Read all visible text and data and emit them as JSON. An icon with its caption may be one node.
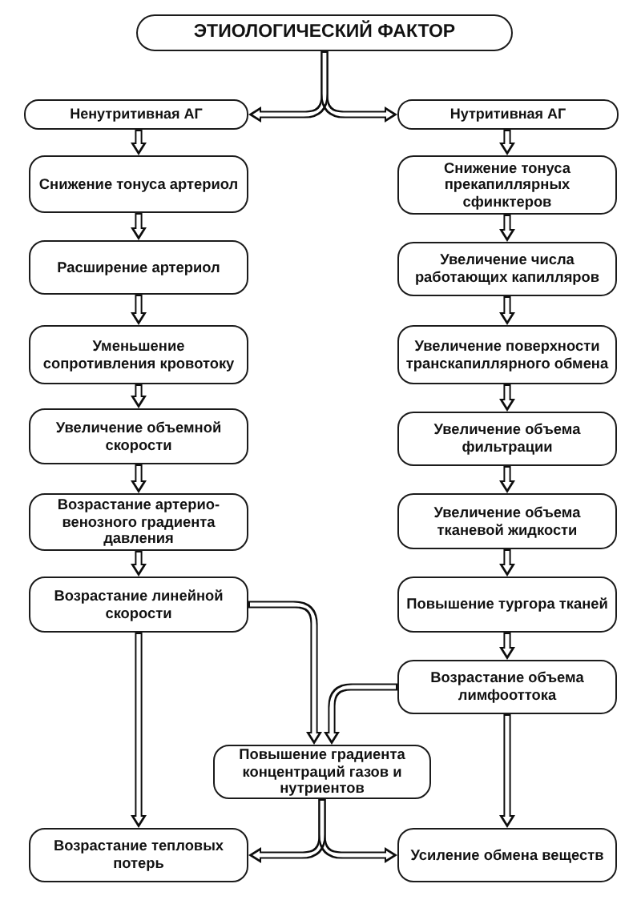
{
  "diagram": {
    "nodes": [
      {
        "text": [
          "ЭТИОЛОГИЧЕСКИЙ ФАКТОР"
        ]
      },
      {
        "text": [
          "Ненутритивная АГ"
        ]
      },
      {
        "text": [
          "Нутритивная АГ"
        ]
      },
      {
        "text": [
          "Снижение тонуса артериол"
        ]
      },
      {
        "text": [
          "Расширение артериол"
        ]
      },
      {
        "text": [
          "Уменьшение сопротивления кровотоку"
        ]
      },
      {
        "text": [
          "Увеличение объемной скорости"
        ]
      },
      {
        "text": [
          "Возрастание артерио-венозного градиента давления"
        ]
      },
      {
        "text": [
          "Возрастание линейной скорости"
        ]
      },
      {
        "text": [
          "Снижение тонуса прекапиллярных сфинктеров"
        ]
      },
      {
        "text": [
          "Увеличение числа работающих капилляров"
        ]
      },
      {
        "text": [
          "Увеличение поверхности транскапиллярного обмена"
        ]
      },
      {
        "text": [
          "Увеличение объема фильтрации"
        ]
      },
      {
        "text": [
          "Увеличение объема тканевой жидкости"
        ]
      },
      {
        "text": [
          "Повышение тургора тканей"
        ]
      },
      {
        "text": [
          "Возрастание объема лимфооттока"
        ]
      },
      {
        "text": [
          "Повышение градиента концентраций газов и нутриентов"
        ]
      },
      {
        "text": [
          "Возрастание тепловых потерь"
        ]
      },
      {
        "text": [
          "Усиление обмена веществ"
        ]
      }
    ],
    "edges": [
      {
        "from": 0,
        "to": 1,
        "arrow": "to"
      },
      {
        "from": 0,
        "to": 2,
        "arrow": "to"
      },
      {
        "from": 1,
        "to": 3,
        "arrow": "to"
      },
      {
        "from": 3,
        "to": 4,
        "arrow": "to"
      },
      {
        "from": 4,
        "to": 5,
        "arrow": "to"
      },
      {
        "from": 5,
        "to": 6,
        "arrow": "to"
      },
      {
        "from": 6,
        "to": 7,
        "arrow": "to"
      },
      {
        "from": 7,
        "to": 8,
        "arrow": "to"
      },
      {
        "from": 8,
        "to": 17,
        "arrow": "to"
      },
      {
        "from": 8,
        "to": 16,
        "arrow": "to"
      },
      {
        "from": 2,
        "to": 9,
        "arrow": "to"
      },
      {
        "from": 9,
        "to": 10,
        "arrow": "to"
      },
      {
        "from": 10,
        "to": 11,
        "arrow": "to"
      },
      {
        "from": 11,
        "to": 12,
        "arrow": "to"
      },
      {
        "from": 12,
        "to": 13,
        "arrow": "to"
      },
      {
        "from": 13,
        "to": 14,
        "arrow": "to"
      },
      {
        "from": 14,
        "to": 15,
        "arrow": "to"
      },
      {
        "from": 15,
        "to": 18,
        "arrow": "to"
      },
      {
        "from": 15,
        "to": 16,
        "arrow": "to"
      },
      {
        "from": 16,
        "to": 17,
        "arrow": "to"
      },
      {
        "from": 16,
        "to": 18,
        "arrow": "to"
      }
    ]
  }
}
